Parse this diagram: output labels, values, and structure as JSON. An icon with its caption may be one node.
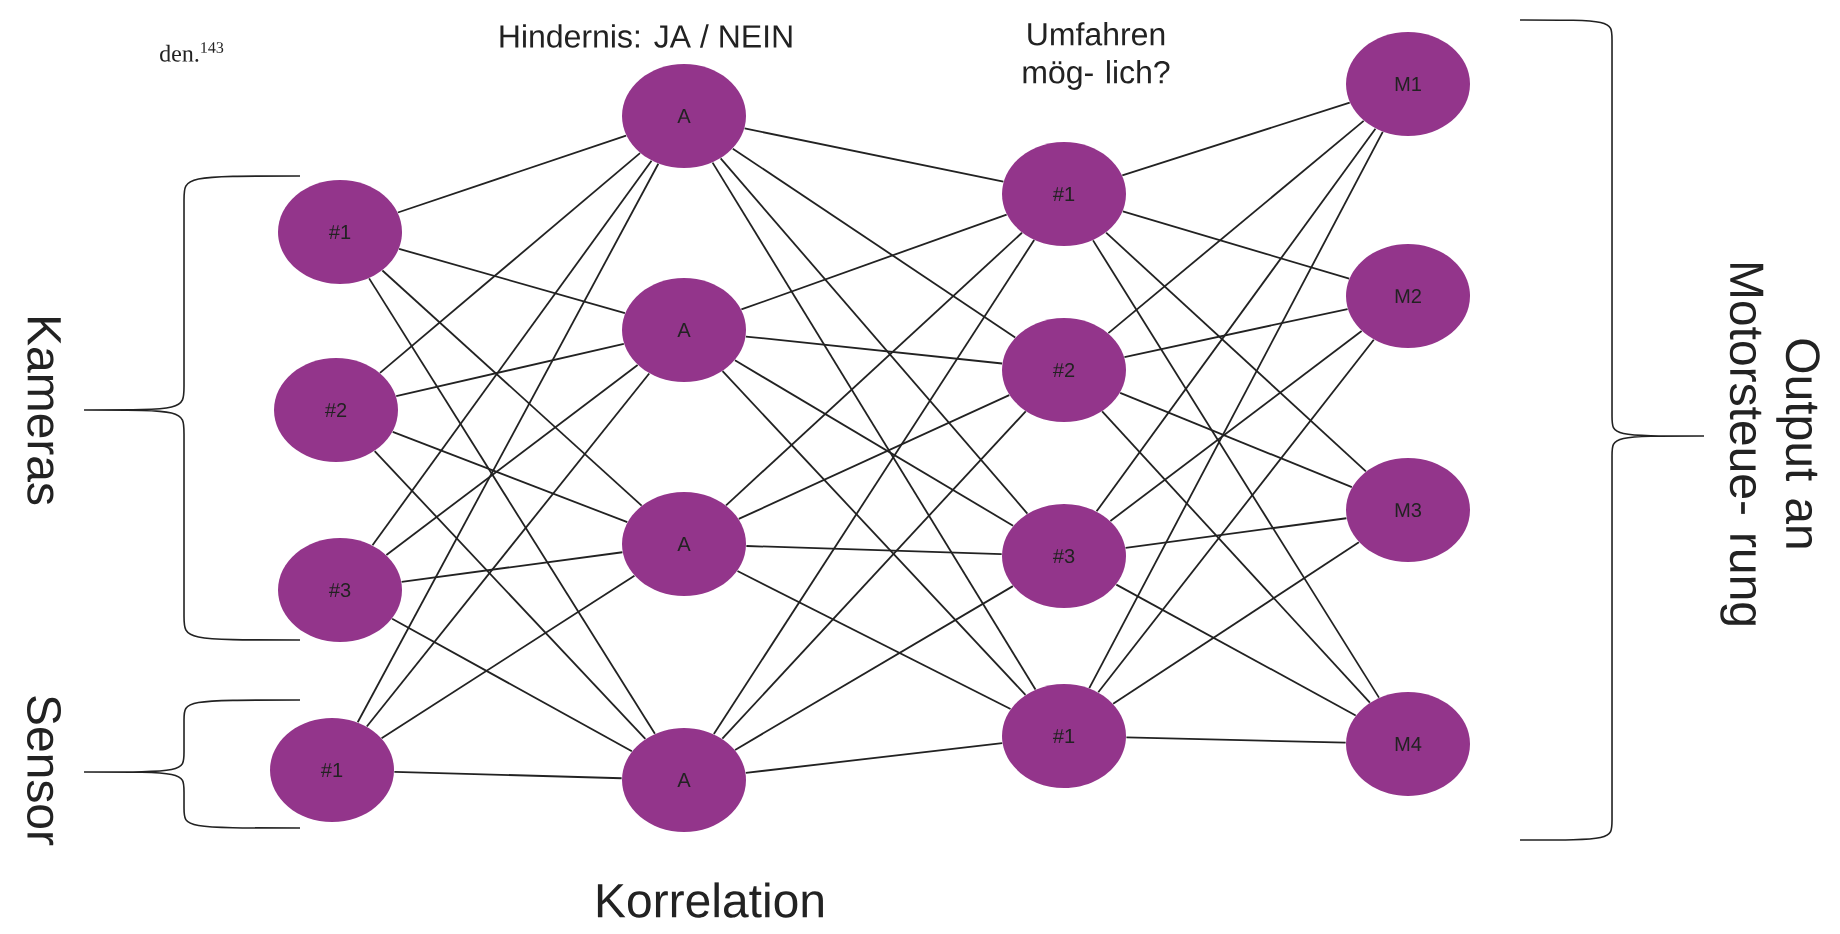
{
  "diagram": {
    "nodes": [
      {
        "text": [
          "#1"
        ]
      },
      {
        "text": [
          "#2"
        ]
      },
      {
        "text": [
          "#3"
        ]
      },
      {
        "text": [
          "#1"
        ]
      },
      {
        "text": [
          "A"
        ]
      },
      {
        "text": [
          "A"
        ]
      },
      {
        "text": [
          "A"
        ]
      },
      {
        "text": [
          "A"
        ]
      },
      {
        "text": [
          "#1"
        ]
      },
      {
        "text": [
          "#2"
        ]
      },
      {
        "text": [
          "#3"
        ]
      },
      {
        "text": [
          "#1"
        ]
      },
      {
        "text": [
          "M1"
        ]
      },
      {
        "text": [
          "M2"
        ]
      },
      {
        "text": [
          "M3"
        ]
      },
      {
        "text": [
          "M4"
        ]
      }
    ],
    "edges": [
      {
        "from": 0,
        "to": 4,
        "arrow": "none"
      },
      {
        "from": 0,
        "to": 5,
        "arrow": "none"
      },
      {
        "from": 0,
        "to": 6,
        "arrow": "none"
      },
      {
        "from": 0,
        "to": 7,
        "arrow": "none"
      },
      {
        "from": 1,
        "to": 4,
        "arrow": "none"
      },
      {
        "from": 1,
        "to": 5,
        "arrow": "none"
      },
      {
        "from": 1,
        "to": 6,
        "arrow": "none"
      },
      {
        "from": 1,
        "to": 7,
        "arrow": "none"
      },
      {
        "from": 2,
        "to": 4,
        "arrow": "none"
      },
      {
        "from": 2,
        "to": 5,
        "arrow": "none"
      },
      {
        "from": 2,
        "to": 6,
        "arrow": "none"
      },
      {
        "from": 2,
        "to": 7,
        "arrow": "none"
      },
      {
        "from": 3,
        "to": 4,
        "arrow": "none"
      },
      {
        "from": 3,
        "to": 5,
        "arrow": "none"
      },
      {
        "from": 3,
        "to": 6,
        "arrow": "none"
      },
      {
        "from": 3,
        "to": 7,
        "arrow": "none"
      },
      {
        "from": 4,
        "to": 8,
        "arrow": "none"
      },
      {
        "from": 4,
        "to": 9,
        "arrow": "none"
      },
      {
        "from": 4,
        "to": 10,
        "arrow": "none"
      },
      {
        "from": 4,
        "to": 11,
        "arrow": "none"
      },
      {
        "from": 5,
        "to": 8,
        "arrow": "none"
      },
      {
        "from": 5,
        "to": 9,
        "arrow": "none"
      },
      {
        "from": 5,
        "to": 10,
        "arrow": "none"
      },
      {
        "from": 5,
        "to": 11,
        "arrow": "none"
      },
      {
        "from": 6,
        "to": 8,
        "arrow": "none"
      },
      {
        "from": 6,
        "to": 9,
        "arrow": "none"
      },
      {
        "from": 6,
        "to": 10,
        "arrow": "none"
      },
      {
        "from": 6,
        "to": 11,
        "arrow": "none"
      },
      {
        "from": 7,
        "to": 8,
        "arrow": "none"
      },
      {
        "from": 7,
        "to": 9,
        "arrow": "none"
      },
      {
        "from": 7,
        "to": 10,
        "arrow": "none"
      },
      {
        "from": 7,
        "to": 11,
        "arrow": "none"
      },
      {
        "from": 8,
        "to": 12,
        "arrow": "none"
      },
      {
        "from": 8,
        "to": 13,
        "arrow": "none"
      },
      {
        "from": 8,
        "to": 14,
        "arrow": "none"
      },
      {
        "from": 8,
        "to": 15,
        "arrow": "none"
      },
      {
        "from": 9,
        "to": 12,
        "arrow": "none"
      },
      {
        "from": 9,
        "to": 13,
        "arrow": "none"
      },
      {
        "from": 9,
        "to": 14,
        "arrow": "none"
      },
      {
        "from": 9,
        "to": 15,
        "arrow": "none"
      },
      {
        "from": 10,
        "to": 12,
        "arrow": "none"
      },
      {
        "from": 10,
        "to": 13,
        "arrow": "none"
      },
      {
        "from": 10,
        "to": 14,
        "arrow": "none"
      },
      {
        "from": 10,
        "to": 15,
        "arrow": "none"
      },
      {
        "from": 11,
        "to": 12,
        "arrow": "none"
      },
      {
        "from": 11,
        "to": 13,
        "arrow": "none"
      },
      {
        "from": 11,
        "to": 14,
        "arrow": "none"
      },
      {
        "from": 11,
        "to": 15,
        "arrow": "none"
      }
    ],
    "labels": [
      "den.$^{143}$",
      "Hindernis: JA / NEIN",
      "Umfahren mög- lich?",
      "Kameras",
      "Sensor",
      "Output an Motorsteue- rung",
      "Korrelation"
    ]
  }
}
